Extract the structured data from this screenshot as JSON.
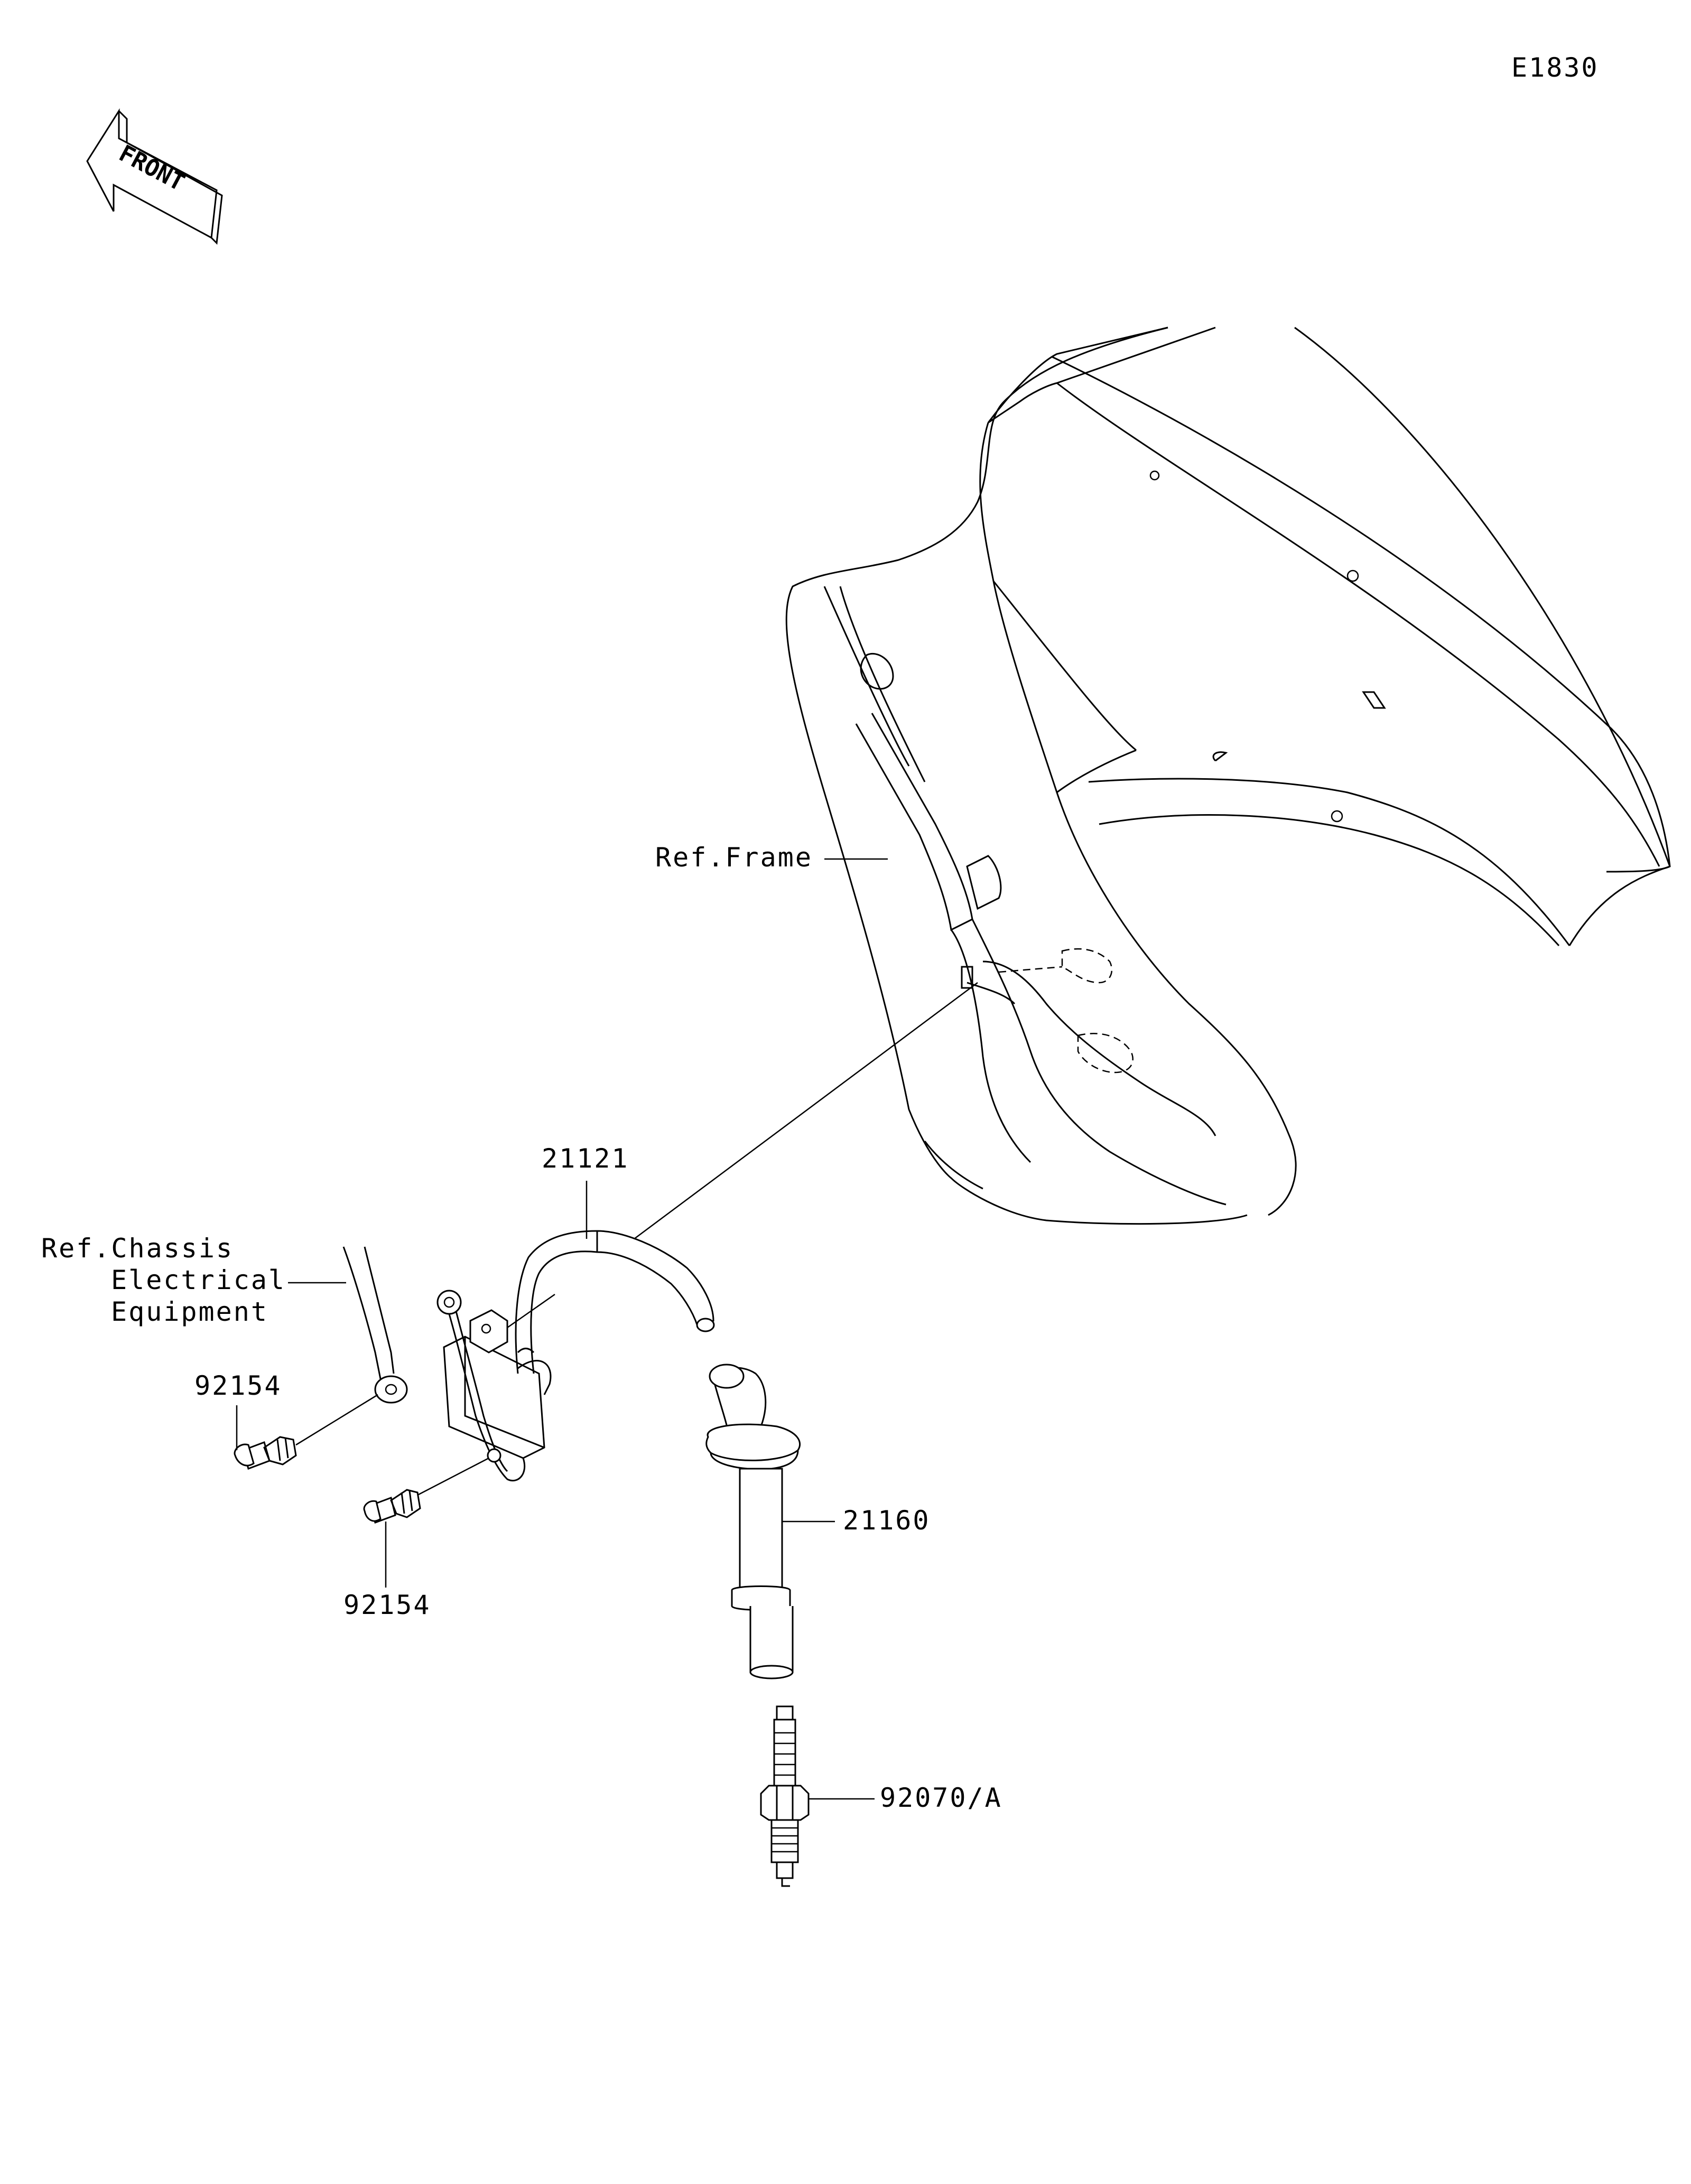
{
  "diagram_id": "E1830",
  "front_marker": {
    "text": "FRONT",
    "icon": "front-arrow-icon"
  },
  "labels": {
    "ref_frame": "Ref.Frame",
    "ref_chassis_line1": "Ref.Chassis",
    "ref_chassis_line2": "Electrical",
    "ref_chassis_line3": "Equipment",
    "part_21121": "21121",
    "part_21160": "21160",
    "part_92154_upper": "92154",
    "part_92154_lower": "92154",
    "part_92070": "92070/A"
  },
  "colors": {
    "line": "#000000",
    "background": "#ffffff"
  }
}
